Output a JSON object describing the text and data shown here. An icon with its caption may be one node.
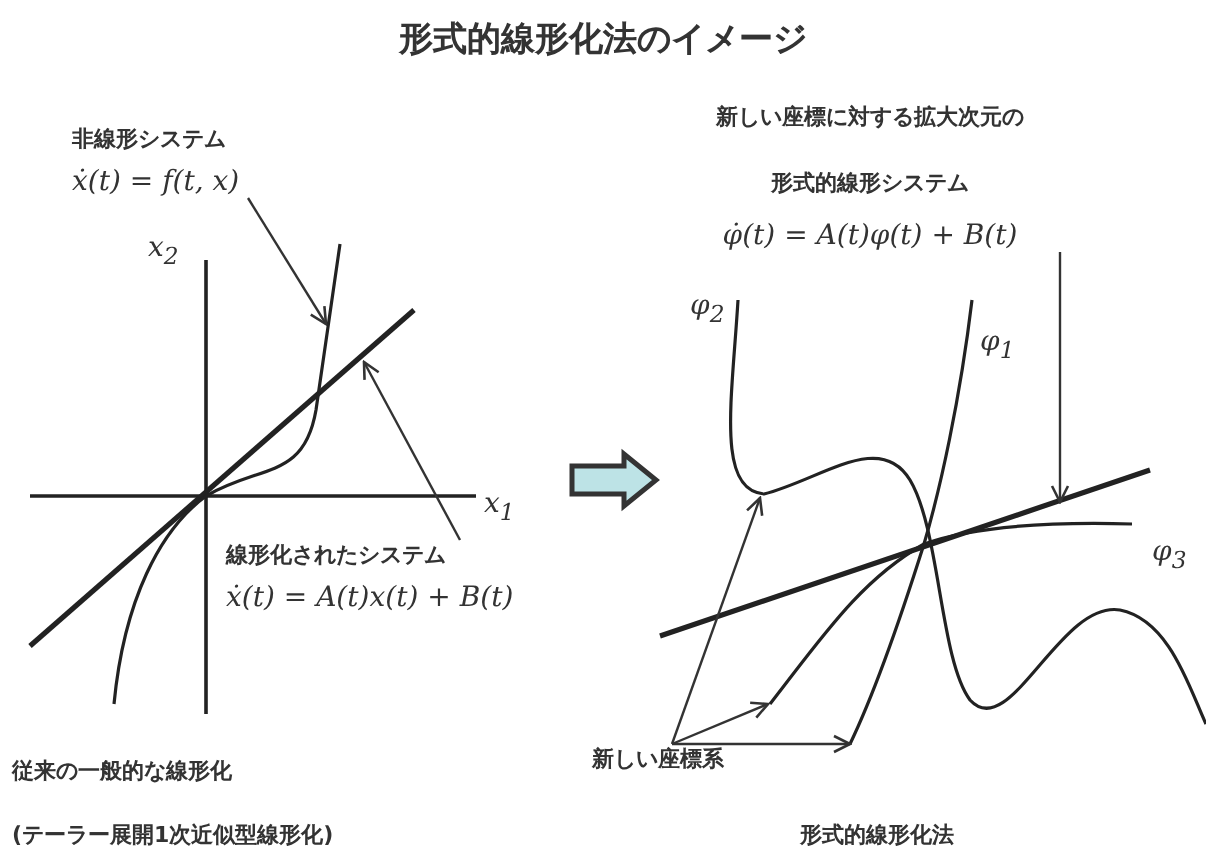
{
  "diagram": {
    "title": "形式的線形化法のイメージ",
    "nodes": [
      {
        "text": [
          "非線形システム",
          "ẋ(t) = f(t, x)"
        ]
      },
      {
        "text": [
          "線形化されたシステム",
          "ẋ(t) = A(t)x(t) + B(t)"
        ]
      },
      {
        "text": [
          "新しい座標に対する拡大次元の形式的線形システム",
          "φ̇(t) = A(t)φ(t) + B(t)"
        ]
      },
      {
        "text": [
          "新しい座標系"
        ]
      }
    ],
    "edges": [
      {
        "from": 0,
        "to": null,
        "arrow": "to"
      },
      {
        "from": 1,
        "to": null,
        "arrow": "to"
      },
      {
        "from": 2,
        "to": null,
        "arrow": "to"
      },
      {
        "from": 3,
        "to": null,
        "arrow": "to"
      },
      {
        "from": 3,
        "to": null,
        "arrow": "to"
      },
      {
        "from": 3,
        "to": null,
        "arrow": "to"
      }
    ],
    "labels": [
      "x$_{2}$",
      "x$_{1}$",
      "従来の一般的な線形化",
      "(テーラー展開1次近似型線形化)",
      "φ$_{2}$",
      "φ$_{1}$",
      "φ$_{3}$",
      "形式的線形化法"
    ]
  }
}
